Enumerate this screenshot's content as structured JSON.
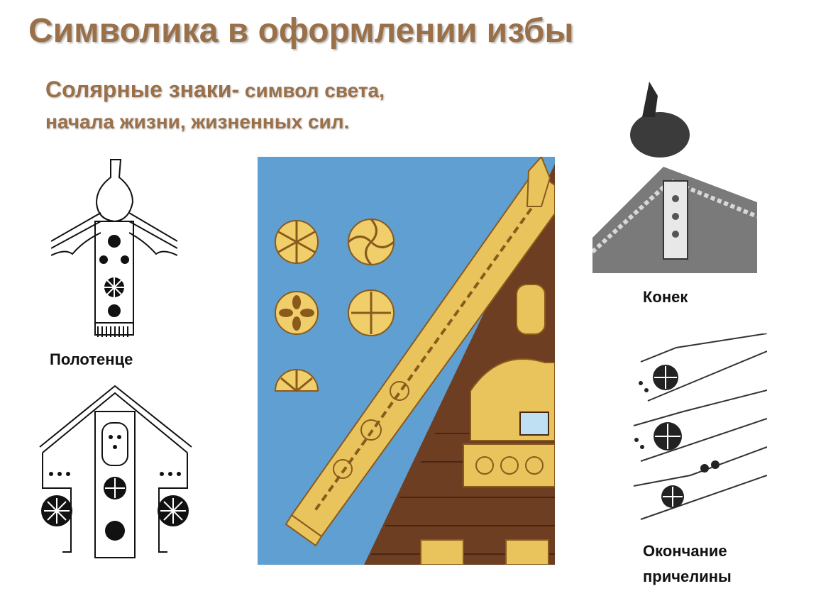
{
  "title": "Символика в оформлении избы",
  "subtitle": {
    "lead": "Солярные знаки-",
    "line1_rest": " символ света,",
    "line2": "начала жизни, жизненных сил."
  },
  "captions": {
    "towel": "Полотенце",
    "ridge": "Конек",
    "end_line1": "Окончание",
    "end_line2": "причелины"
  },
  "colors": {
    "title": "#9a7049",
    "sky": "#5f9fd1",
    "wood_yellow": "#e9c45c",
    "wood_brown": "#6e3e22"
  }
}
